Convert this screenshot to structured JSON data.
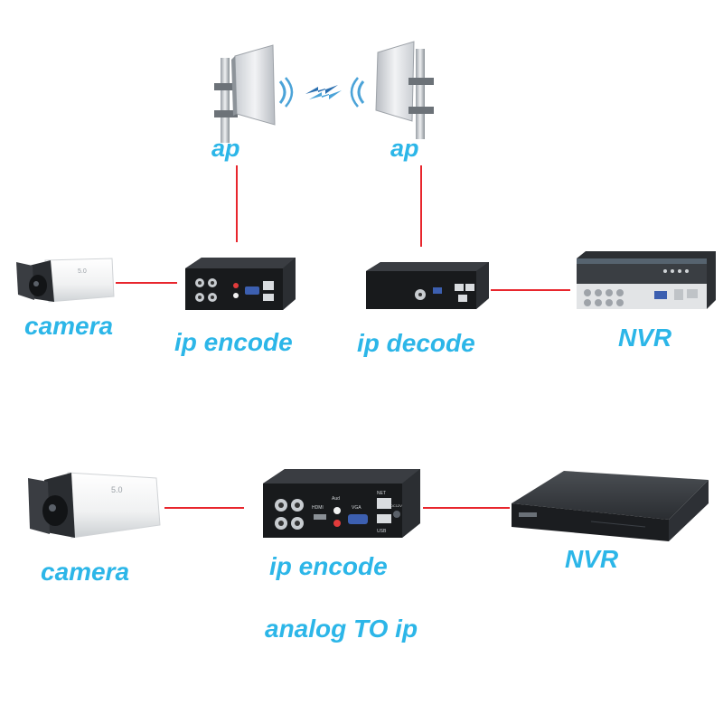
{
  "labels": {
    "ap_left": "ap",
    "ap_right": "ap",
    "camera_top": "camera",
    "ip_encode_top": "ip encode",
    "ip_decode": "ip decode",
    "nvr_top": "NVR",
    "camera_bottom": "camera",
    "ip_encode_bottom": "ip encode",
    "nvr_bottom": "NVR",
    "caption": "analog TO  ip"
  },
  "device_markings": {
    "camera_lens_text": "5.0",
    "encoder_hdmi": "HDMI",
    "encoder_vga": "VGA",
    "encoder_usb": "USB",
    "encoder_net": "NET",
    "encoder_dc": "DC12V",
    "encoder_aud": "Aud"
  },
  "colors": {
    "label_blue": "#2cb6e8",
    "link_red": "#e8262d"
  },
  "icons": [
    "antenna-panel-icon",
    "wireless-signal-icon",
    "bullet-camera-icon",
    "encoder-box-icon",
    "decoder-box-icon",
    "nvr-recorder-icon"
  ]
}
